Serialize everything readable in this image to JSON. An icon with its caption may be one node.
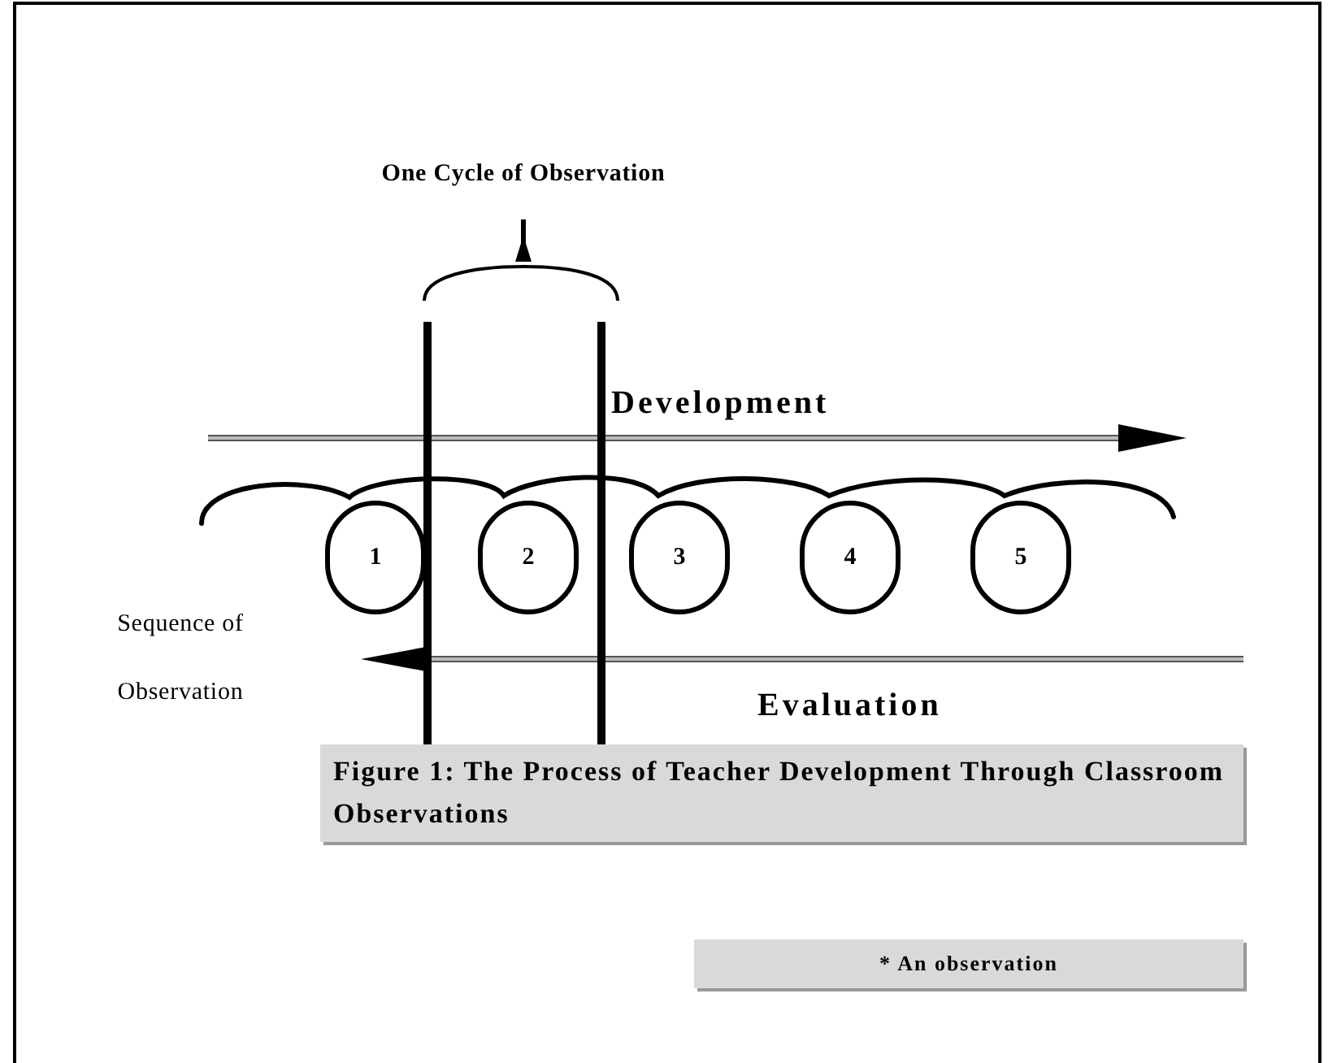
{
  "diagram": {
    "caption": "Figure 1: The Process of Teacher Development Through Classroom Observations",
    "nodes": [
      {
        "text": [
          "1"
        ]
      },
      {
        "text": [
          "2"
        ]
      },
      {
        "text": [
          "3"
        ]
      },
      {
        "text": [
          "4"
        ]
      },
      {
        "text": [
          "5"
        ]
      }
    ],
    "labels": [
      "One Cycle of Observation",
      "Development",
      "Sequence of Observation",
      "Evaluation",
      "* An observation"
    ]
  }
}
